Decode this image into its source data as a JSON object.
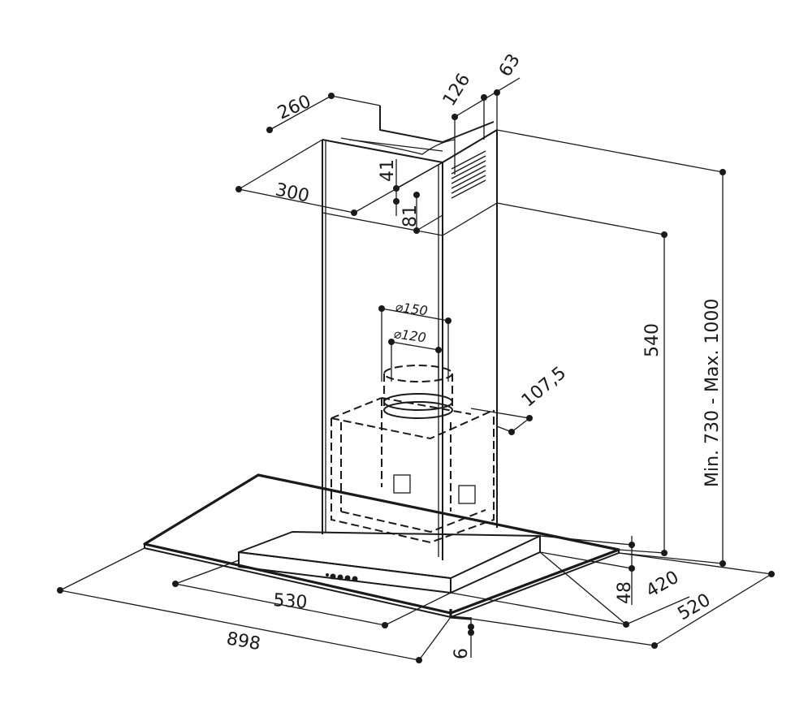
{
  "dimensions": {
    "w260": "260",
    "w300": "300",
    "d126": "126",
    "d63": "63",
    "d41": "41",
    "d81": "81",
    "dia150": "⌀150",
    "dia120": "⌀120",
    "d107": "107,5",
    "h540": "540",
    "hminmax": "Min. 730 - Max. 1000",
    "h48": "48",
    "d420": "420",
    "d520": "520",
    "w530": "530",
    "w898": "898",
    "t6": "6"
  },
  "colors": {
    "line": "#1a1a1a",
    "background": "#ffffff"
  }
}
